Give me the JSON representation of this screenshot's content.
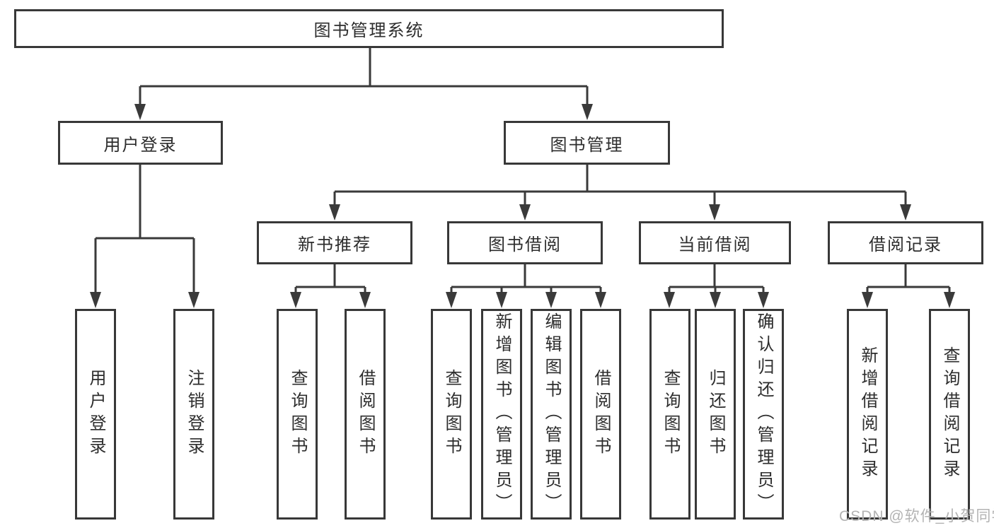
{
  "title": "图书管理系统",
  "tree": {
    "label": "图书管理系统",
    "children": [
      {
        "label": "用户登录",
        "children": [
          {
            "label": "用户登录"
          },
          {
            "label": "注销登录"
          }
        ]
      },
      {
        "label": "图书管理",
        "children": [
          {
            "label": "新书推荐",
            "children": [
              {
                "label": "查询图书"
              },
              {
                "label": "借阅图书"
              }
            ]
          },
          {
            "label": "图书借阅",
            "children": [
              {
                "label": "查询图书"
              },
              {
                "label": "新增图书（管理员）"
              },
              {
                "label": "编辑图书（管理员）"
              },
              {
                "label": "借阅图书"
              }
            ]
          },
          {
            "label": "当前借阅",
            "children": [
              {
                "label": "查询图书"
              },
              {
                "label": "归还图书"
              },
              {
                "label": "确认归还（管理员）"
              }
            ]
          },
          {
            "label": "借阅记录",
            "children": [
              {
                "label": "新增借阅记录"
              },
              {
                "label": "查询借阅记录"
              }
            ]
          }
        ]
      }
    ]
  },
  "watermark": {
    "text": "CSDN @软件_小贺同学"
  },
  "colors": {
    "line": "#3a3a3a",
    "border": "#383838",
    "text": "#2d2d2d",
    "watermark": "#b3b3b3",
    "background": "#ffffff"
  }
}
